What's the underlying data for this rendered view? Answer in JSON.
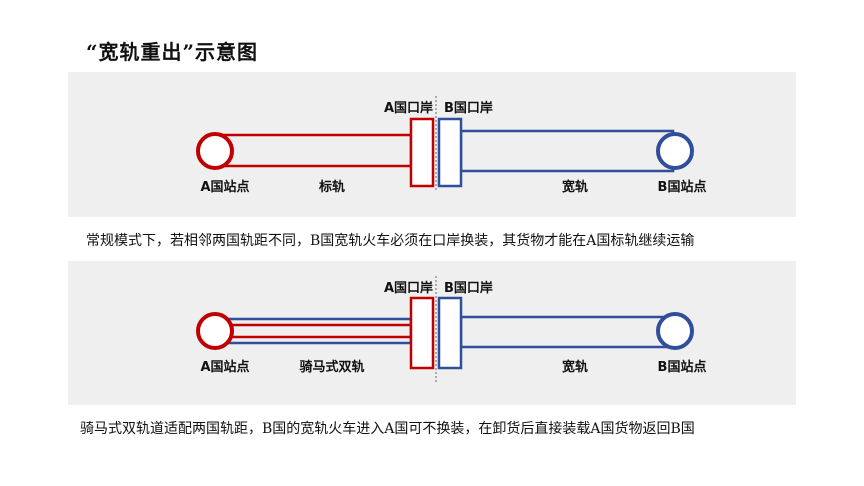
{
  "title": "“宽轨重出”示意图",
  "colors": {
    "red": "#c00000",
    "blue": "#2f4e9b",
    "panel": "#efefef"
  },
  "diagram1": {
    "port_a": "A国口岸",
    "port_b": "B国口岸",
    "station_a": "A国站点",
    "station_b": "B国站点",
    "track_a": "标轨",
    "track_b": "宽轨",
    "caption": "常规模式下，若相邻两国轨距不同，B国宽轨火车必须在口岸换装，其货物才能在A国标轨继续运输"
  },
  "diagram2": {
    "port_a": "A国口岸",
    "port_b": "B国口岸",
    "station_a": "A国站点",
    "station_b": "B国站点",
    "track_a": "骑马式双轨",
    "track_b": "宽轨",
    "caption": "骑马式双轨道适配两国轨距，B国的宽轨火车进入A国可不换装，在卸货后直接装载A国货物返回B国"
  }
}
